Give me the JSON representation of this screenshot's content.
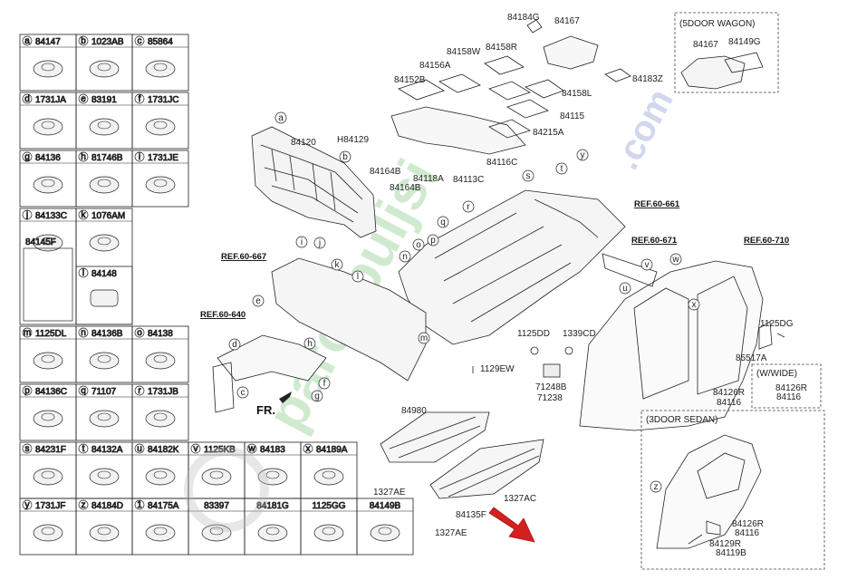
{
  "legend": {
    "cells": [
      {
        "letter": "a",
        "part": "84147"
      },
      {
        "letter": "b",
        "part": "1023AB"
      },
      {
        "letter": "c",
        "part": "85864"
      },
      {
        "letter": "d",
        "part": "1731JA"
      },
      {
        "letter": "e",
        "part": "83191"
      },
      {
        "letter": "f",
        "part": "1731JC"
      },
      {
        "letter": "g",
        "part": "84136"
      },
      {
        "letter": "h",
        "part": "81746B"
      },
      {
        "letter": "i",
        "part": "1731JE"
      },
      {
        "letter": "j",
        "part": "84133C",
        "sub": "84145F"
      },
      {
        "letter": "k",
        "part": "1076AM"
      },
      {
        "letter": "l",
        "part": "84148"
      },
      {
        "letter": "m",
        "part": "1125DL"
      },
      {
        "letter": "n",
        "part": "84136B"
      },
      {
        "letter": "o",
        "part": "84138"
      },
      {
        "letter": "p",
        "part": "84136C"
      },
      {
        "letter": "q",
        "part": "71107"
      },
      {
        "letter": "r",
        "part": "1731JB"
      },
      {
        "letter": "s",
        "part": "84231F"
      },
      {
        "letter": "t",
        "part": "84132A"
      },
      {
        "letter": "u",
        "part": "84182K"
      },
      {
        "letter": "v",
        "part": "1125KB"
      },
      {
        "letter": "w",
        "part": "84183"
      },
      {
        "letter": "x",
        "part": "84189A"
      },
      {
        "letter": "y",
        "part": "1731JF"
      },
      {
        "letter": "z",
        "part": "84184D"
      },
      {
        "letter": "1",
        "part": "84175A"
      },
      {
        "letter": "",
        "part": "83397"
      },
      {
        "letter": "",
        "part": "84181G"
      },
      {
        "letter": "",
        "part": "1125GG"
      },
      {
        "letter": "",
        "part": "84149B"
      }
    ]
  },
  "refs": {
    "r661": "REF.60-661",
    "r671": "REF.60-671",
    "r710": "REF.60-710",
    "r667": "REF.60-667",
    "r640": "REF.60-640"
  },
  "boxes": {
    "wagon_title": "(5DOOR WAGON)",
    "wide_title": "(W/WIDE)",
    "sedan_title": "(3DOOR SEDAN)"
  },
  "direction": "FR.",
  "callouts": {
    "c84184G": "84184G",
    "c84167": "84167",
    "c84158W": "84158W",
    "c84158R": "84158R",
    "c84156A": "84156A",
    "c84152B": "84152B",
    "c84183Z": "84183Z",
    "c84158L": "84158L",
    "c84115": "84115",
    "c84215A": "84215A",
    "cH84129": "H84129",
    "c84116C": "84116C",
    "c84120": "84120",
    "c84164B1": "84164B",
    "c84164B2": "84164B",
    "c84118A": "84118A",
    "c84113C": "84113C",
    "w84167": "84167",
    "w84149G": "84149G",
    "c1125DD": "1125DD",
    "c1339CD": "1339CD",
    "c1129EW": "1129EW",
    "c71248B": "71248B",
    "c71238": "71238",
    "c1125DG": "1125DG",
    "c85517A": "85517A",
    "c84126R1": "84126R",
    "c84116a": "84116",
    "c84126R2": "84126R",
    "c84116b": "84116",
    "c84980": "84980",
    "c1327AE1": "1327AE",
    "c1327AC": "1327AC",
    "c84135F": "84135F",
    "c1327AE2": "1327AE",
    "s84126R": "84126R",
    "s84116": "84116",
    "s84129R": "84129R",
    "s84119B": "84119B"
  },
  "watermark": {
    "main": "parcabuljsi",
    "dotcom": ".com"
  },
  "colors": {
    "line": "#222222",
    "arrow": "#d42020",
    "watermark_green": "#7bc67b"
  }
}
